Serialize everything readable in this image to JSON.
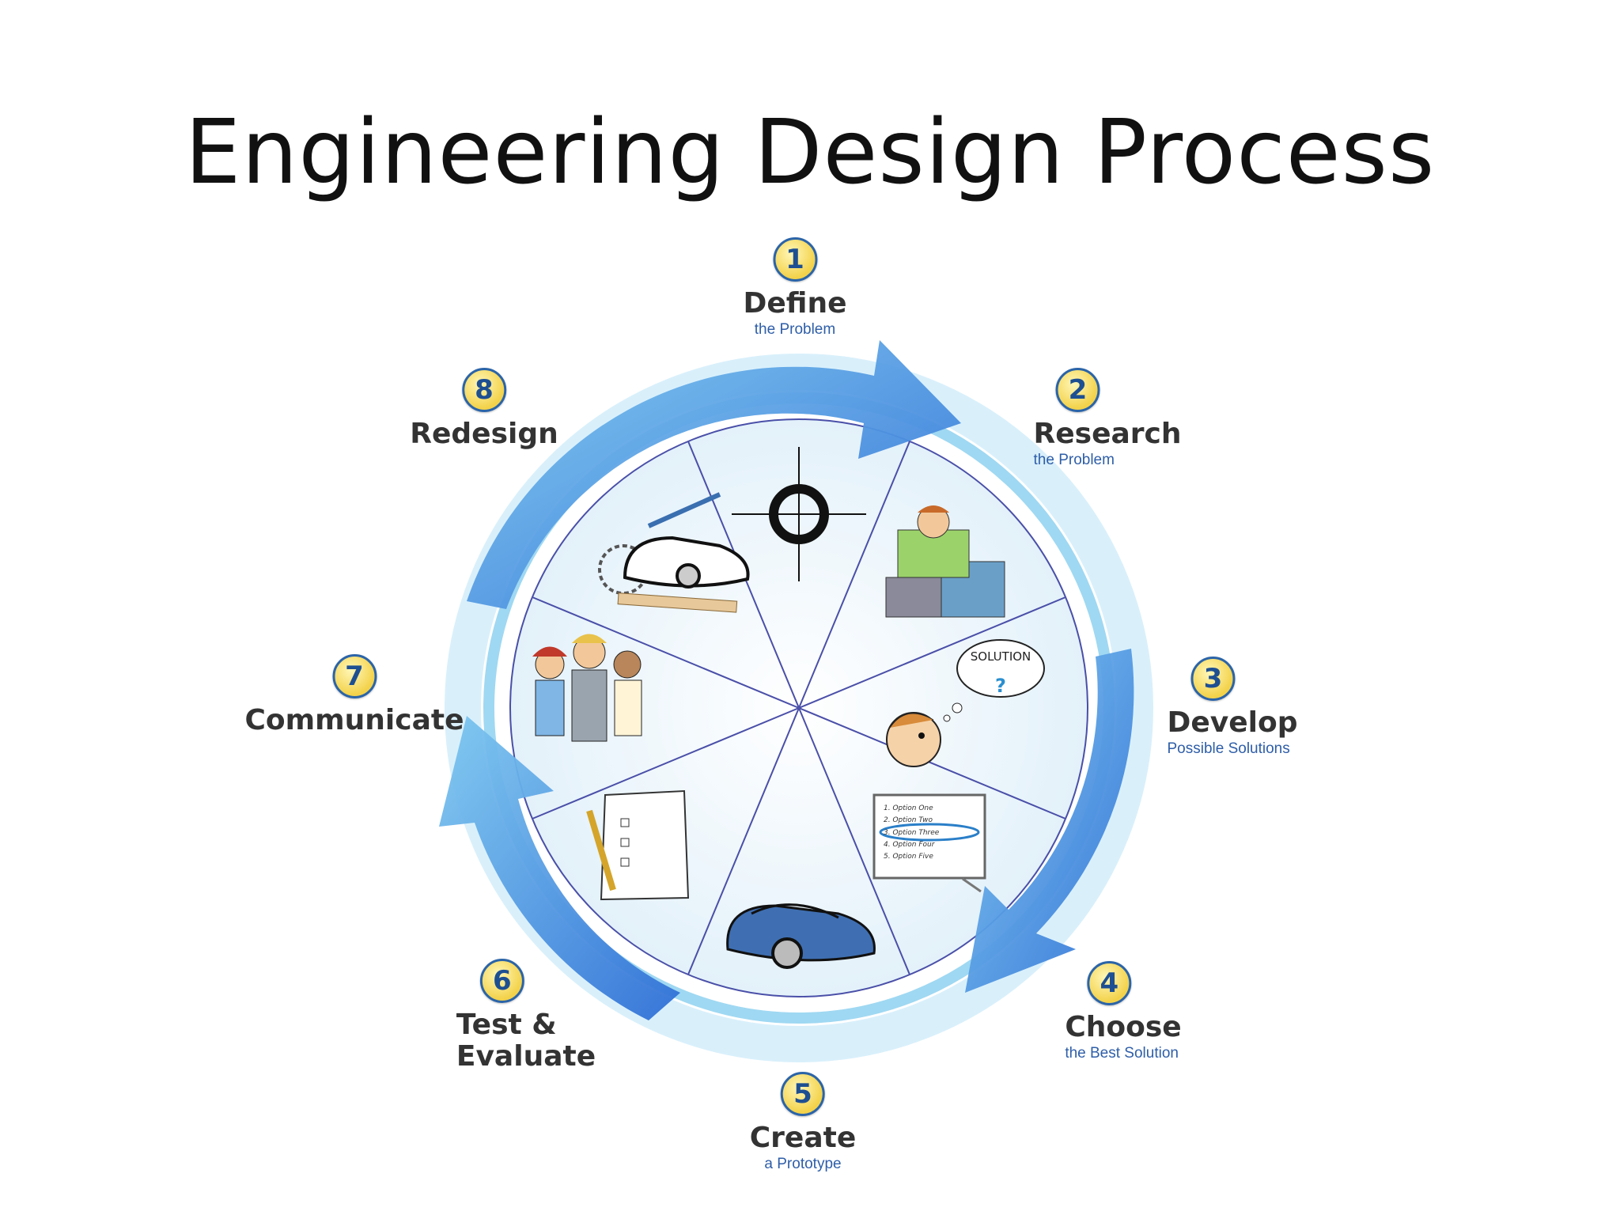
{
  "title": "Engineering Design Process",
  "steps": [
    {
      "number": "1",
      "title": "Define",
      "subtitle": "the Problem"
    },
    {
      "number": "2",
      "title": "Research",
      "subtitle": "the Problem"
    },
    {
      "number": "3",
      "title": "Develop",
      "subtitle": "Possible Solutions"
    },
    {
      "number": "4",
      "title": "Choose",
      "subtitle": "the Best Solution"
    },
    {
      "number": "5",
      "title": "Create",
      "subtitle": "a Prototype"
    },
    {
      "number": "6",
      "title": "Test &\nEvaluate",
      "subtitle": ""
    },
    {
      "number": "7",
      "title": "Communicate",
      "subtitle": ""
    },
    {
      "number": "8",
      "title": "Redesign",
      "subtitle": ""
    }
  ],
  "wheel": {
    "solution_bubble": "SOLUTION",
    "question_mark": "?",
    "checklist_items": [
      "1. Option One",
      "2. Option Two",
      "3. Option Three",
      "4. Option Four",
      "5. Option Five"
    ]
  },
  "colors": {
    "arrow_blue": "#2f6fd6",
    "ring_light": "#bfe6f7",
    "wheel_fill": "#eef6fc",
    "spoke": "#4a4fa8",
    "badge_fill": "#f3d24a"
  },
  "icons": [
    "target-crosshair-icon",
    "reading-person-icon",
    "thinking-person-icon",
    "checklist-board-icon",
    "prototype-car-icon",
    "test-checklist-icon",
    "group-discussion-icon",
    "car-redesign-icon"
  ]
}
